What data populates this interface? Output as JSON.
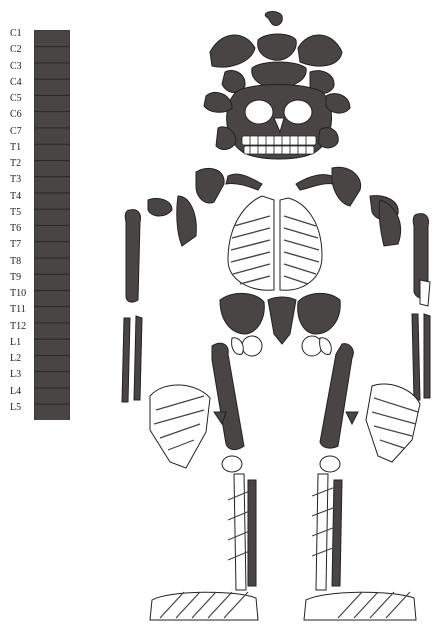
{
  "vertebrae": [
    "C1",
    "C2",
    "C3",
    "C4",
    "C5",
    "C6",
    "C7",
    "T1",
    "T2",
    "T3",
    "T4",
    "T5",
    "T6",
    "T7",
    "T8",
    "T9",
    "T10",
    "T11",
    "T12",
    "L1",
    "L2",
    "L3",
    "L4",
    "L5"
  ],
  "colors": {
    "preserved": "#4a4545",
    "outline": "#222222",
    "hatch": "#444444",
    "background": "#ffffff"
  }
}
